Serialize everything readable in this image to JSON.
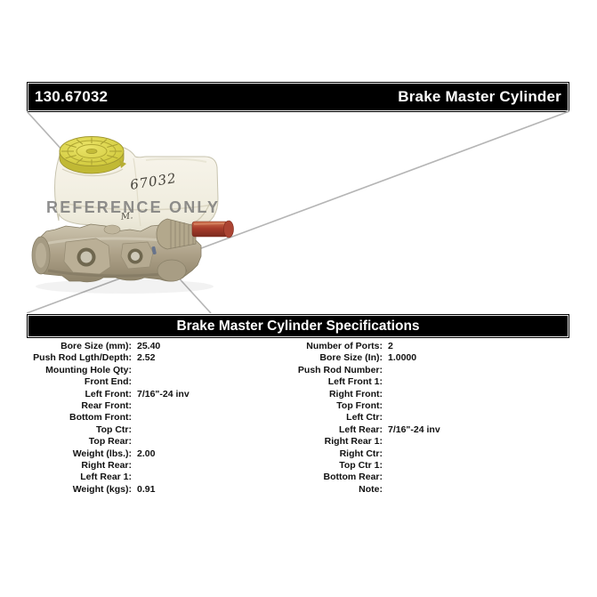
{
  "header": {
    "part_number": "130.67032",
    "product_title": "Brake Master Cylinder",
    "bar_color": "#000000",
    "text_color": "#ffffff"
  },
  "photo": {
    "watermark_text": "REFERENCE ONLY",
    "handwritten_part_number": "67032",
    "handwritten_mark": "M.",
    "colors": {
      "reservoir": "#f3f0e3",
      "cap": "#d8d243",
      "body_metal": "#b0a68d",
      "push_rod": "#a7402f",
      "watermark_lines": "#b5b5b5",
      "watermark_text": "#767676"
    }
  },
  "specs": {
    "title": "Brake Master Cylinder Specifications",
    "left": [
      {
        "label": "Bore Size (mm):",
        "value": "25.40"
      },
      {
        "label": "Push Rod Lgth/Depth:",
        "value": "2.52"
      },
      {
        "label": "Mounting Hole Qty:",
        "value": ""
      },
      {
        "label": "Front End:",
        "value": ""
      },
      {
        "label": "Left Front:",
        "value": "7/16\"-24 inv"
      },
      {
        "label": "Rear Front:",
        "value": ""
      },
      {
        "label": "Bottom Front:",
        "value": ""
      },
      {
        "label": "Top Ctr:",
        "value": ""
      },
      {
        "label": "Top Rear:",
        "value": ""
      },
      {
        "label": "Weight (lbs.):",
        "value": "2.00"
      },
      {
        "label": "Right Rear:",
        "value": ""
      },
      {
        "label": "Left Rear 1:",
        "value": ""
      },
      {
        "label": "Weight (kgs):",
        "value": "0.91"
      }
    ],
    "right": [
      {
        "label": "Number of Ports:",
        "value": "2"
      },
      {
        "label": "Bore Size (In):",
        "value": "1.0000"
      },
      {
        "label": "Push Rod Number:",
        "value": ""
      },
      {
        "label": "Left Front 1:",
        "value": ""
      },
      {
        "label": "Right Front:",
        "value": ""
      },
      {
        "label": "Top Front:",
        "value": ""
      },
      {
        "label": "Left Ctr:",
        "value": ""
      },
      {
        "label": "Left Rear:",
        "value": "7/16\"-24 inv"
      },
      {
        "label": "Right Rear 1:",
        "value": ""
      },
      {
        "label": "Right Ctr:",
        "value": ""
      },
      {
        "label": "Top Ctr 1:",
        "value": ""
      },
      {
        "label": "Bottom Rear:",
        "value": ""
      },
      {
        "label": "Note:",
        "value": ""
      }
    ]
  }
}
